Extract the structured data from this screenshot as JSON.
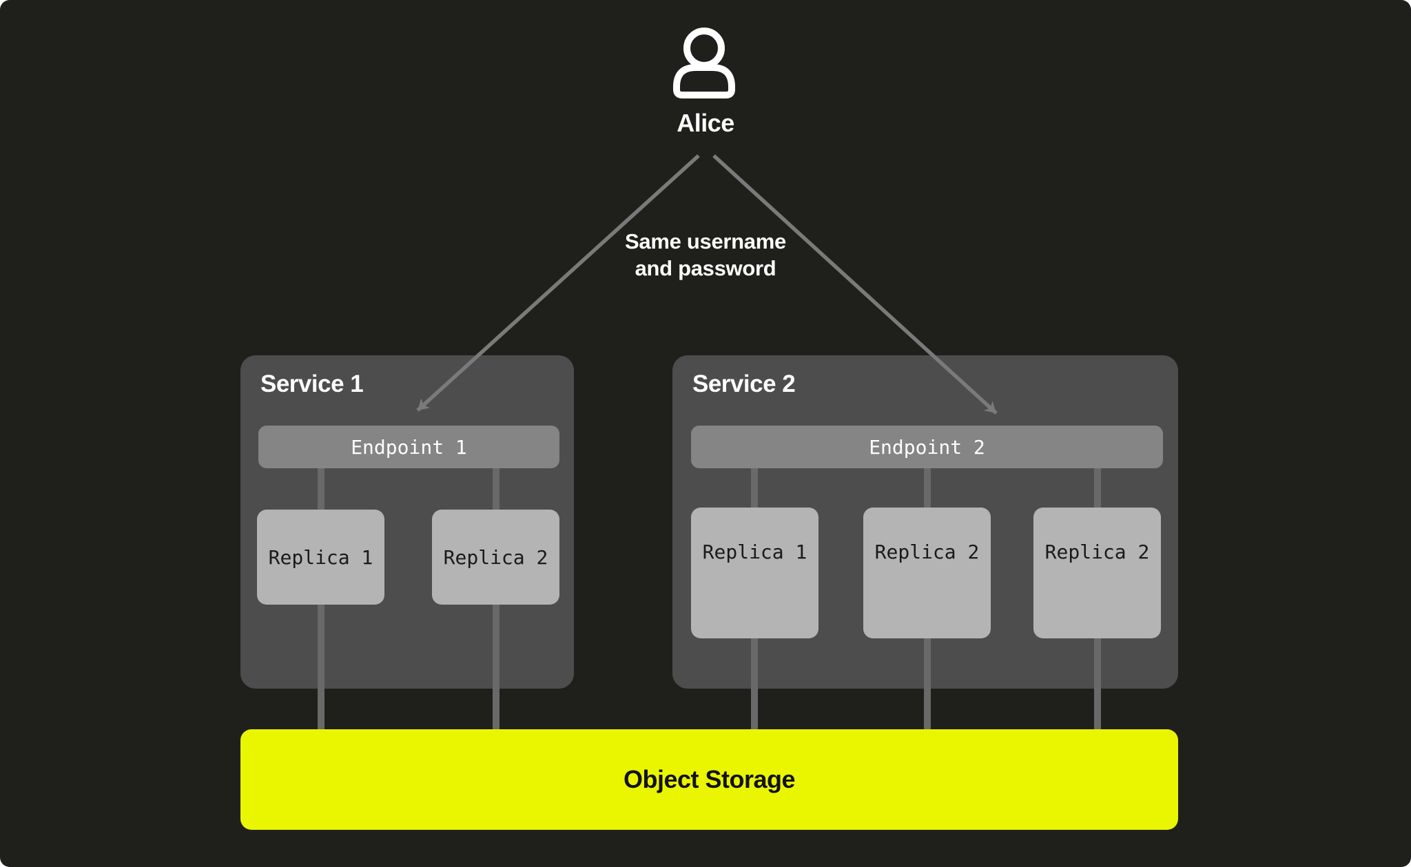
{
  "user": {
    "name": "Alice",
    "icon": "person-outline-icon"
  },
  "annotation": {
    "line1": "Same username",
    "line2": "and password"
  },
  "services": [
    {
      "title": "Service 1",
      "endpoint": "Endpoint 1",
      "replicas": [
        "Replica 1",
        "Replica 2"
      ]
    },
    {
      "title": "Service 2",
      "endpoint": "Endpoint 2",
      "replicas": [
        "Replica 1",
        "Replica 2",
        "Replica 2"
      ]
    }
  ],
  "storage": {
    "label": "Object Storage"
  },
  "colors": {
    "page_background": "#ffffff",
    "canvas_background": "#1f201b",
    "service_box": "#4d4d4d",
    "endpoint_bar": "#858585",
    "replica_box": "#b4b4b4",
    "connector_line": "#696969",
    "arrow": "#7a7a7a",
    "storage_accent": "#eaf600",
    "text_light": "#ffffff",
    "text_dark": "#1a1a1a"
  }
}
